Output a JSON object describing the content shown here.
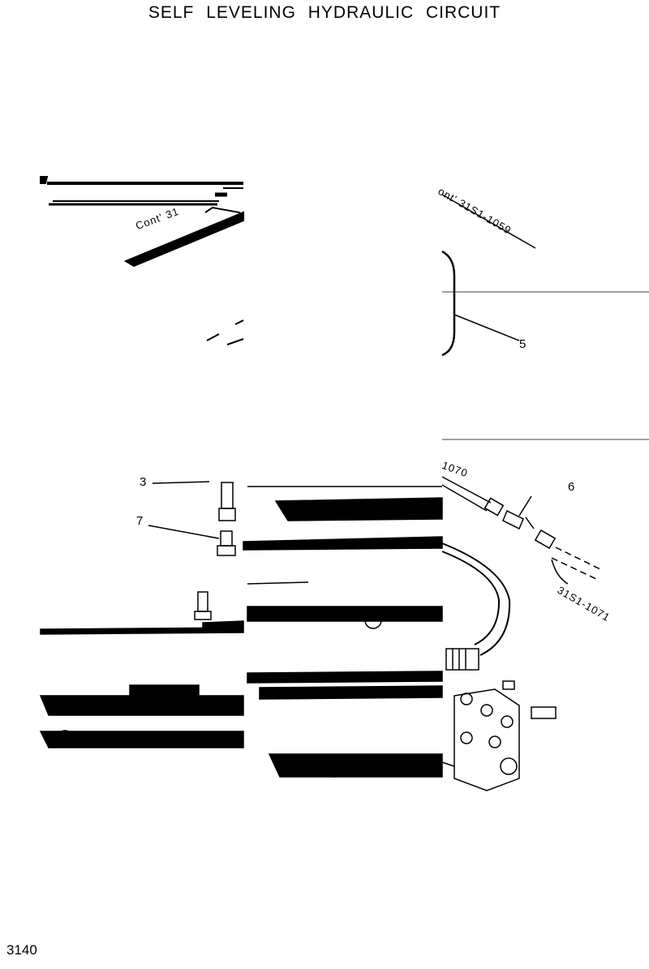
{
  "title": "SELF LEVELING HYDRAULIC CIRCUIT",
  "page_number": "3140",
  "callouts": {
    "c3": "3",
    "c5": "5",
    "c6": "6",
    "c7": "7"
  },
  "continuation_labels": {
    "left": "Cont' 31",
    "right_top": "ont' 31S1-1059",
    "hose_1070": "1070",
    "hose_1071": "31S1-1071"
  }
}
